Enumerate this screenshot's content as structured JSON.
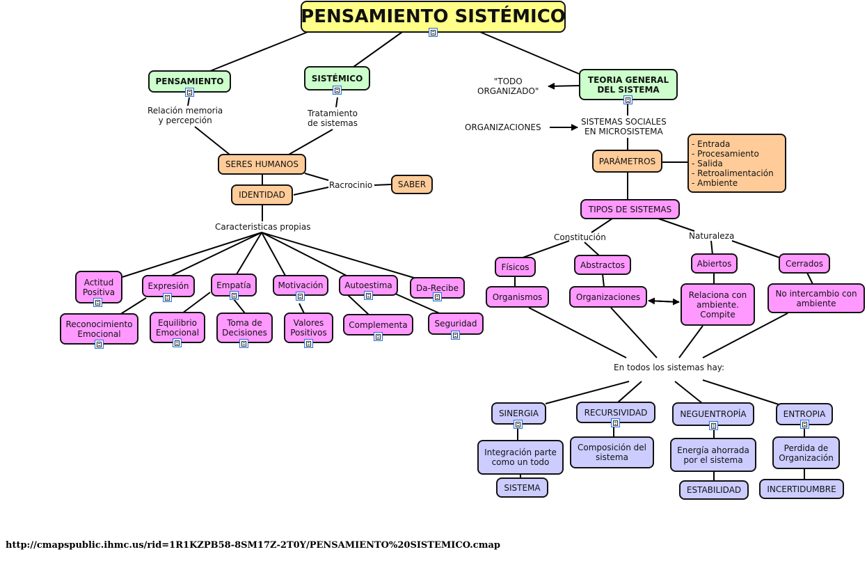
{
  "title": "PENSAMIENTO SISTÉMICO",
  "nodes": {
    "pensamiento": "PENSAMIENTO",
    "sistemico": "SISTÉMICO",
    "teoria": "TEORIA GENERAL\nDEL SISTEMA",
    "seres_humanos": "SERES HUMANOS",
    "identidad": "IDENTIDAD",
    "saber": "SABER",
    "parametros": "PARÁMETROS",
    "parametros_list": "- Entrada\n- Procesamiento\n- Salida\n- Retroalimentación\n- Ambiente",
    "tipos": "TIPOS DE SISTEMAS",
    "actitud": "Actitud\nPositiva",
    "expresion": "Expresión",
    "empatia": "Empatía",
    "motivacion": "Motivación",
    "autoestima": "Autoestima",
    "da_recibe": "Da-Recibe",
    "reconocimiento": "Reconocimiento\nEmocional",
    "equilibrio": "Equilibrio\nEmocional",
    "toma": "Toma de\nDecisiones",
    "valores": "Valores\nPositivos",
    "complementa": "Complementa",
    "seguridad": "Seguridad",
    "fisicos": "Físicos",
    "abstractos": "Abstractos",
    "abiertos": "Abiertos",
    "cerrados": "Cerrados",
    "organismos": "Organismos",
    "organizaciones": "Organizaciones",
    "relaciona": "Relaciona con\nambiente.\nCompite",
    "no_intercambio": "No intercambio con\nambiente",
    "sinergia": "SINERGIA",
    "recursividad": "RECURSIVIDAD",
    "neguentropia": "NEGUENTROPÍA",
    "entropia": "ENTROPIA",
    "integracion": "Integración parte\ncomo un todo",
    "composicion": "Composición del\nsistema",
    "energia": "Energía ahorrada\npor el sistema",
    "perdida": "Perdida de\nOrganización",
    "sistema": "SISTEMA",
    "estabilidad": "ESTABILIDAD",
    "incertidumbre": "INCERTIDUMBRE"
  },
  "labels": {
    "relacion": "Relación memoria\ny percepción",
    "tratamiento": "Tratamiento\nde sistemas",
    "racrocinio": "Racrocinio",
    "caracteristicas": "Caracteristicas propias",
    "todo_organizado": "\"TODO\nORGANIZADO\"",
    "organizaciones": "ORGANIZACIONES",
    "sistemas_sociales": "SISTEMAS SOCIALES\nEN MICROSISTEMA",
    "constitucion": "Constitución",
    "naturaleza": "Naturaleza",
    "en_todos": "En todos los sistemas hay:"
  },
  "colors": {
    "title": "#ffff88",
    "green": "#ccffcc",
    "orange": "#ffcc99",
    "pink": "#ff99ff",
    "blue": "#ccccff"
  },
  "icons": [
    "document-icon"
  ],
  "footer": "http://cmapspublic.ihmc.us/rid=1R1KZPB58-8SM17Z-2T0Y/PENSAMIENTO%20SISTEMICO.cmap"
}
